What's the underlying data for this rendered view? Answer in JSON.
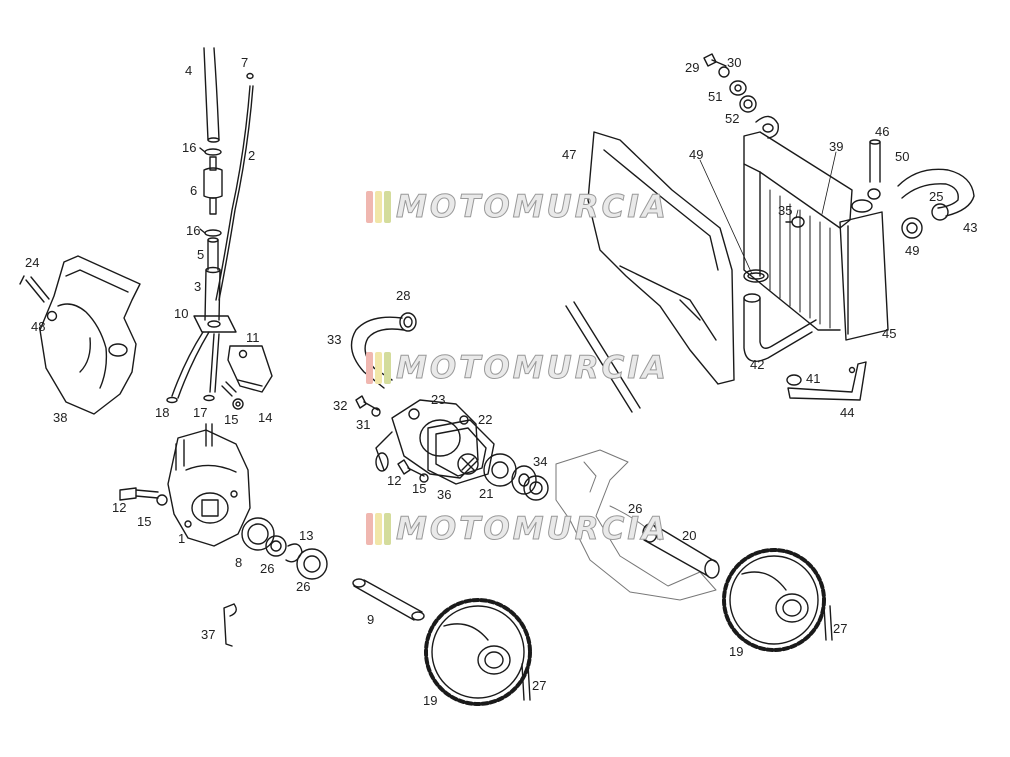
{
  "diagram": {
    "labels": [
      "1",
      "2",
      "3",
      "4",
      "5",
      "6",
      "7",
      "8",
      "9",
      "10",
      "11",
      "12",
      "12",
      "13",
      "14",
      "15",
      "15",
      "15",
      "16",
      "16",
      "17",
      "18",
      "19",
      "19",
      "20",
      "21",
      "22",
      "23",
      "24",
      "25",
      "26",
      "26",
      "26",
      "27",
      "27",
      "28",
      "29",
      "30",
      "31",
      "32",
      "33",
      "34",
      "35",
      "36",
      "37",
      "38",
      "39",
      "41",
      "42",
      "43",
      "44",
      "45",
      "46",
      "47",
      "48",
      "49",
      "49",
      "50",
      "51",
      "52"
    ]
  },
  "watermark": {
    "text": "MOTOMURCIA",
    "colors": [
      "#f0b7b0",
      "#f1e6a8",
      "#d4dc9c"
    ]
  }
}
